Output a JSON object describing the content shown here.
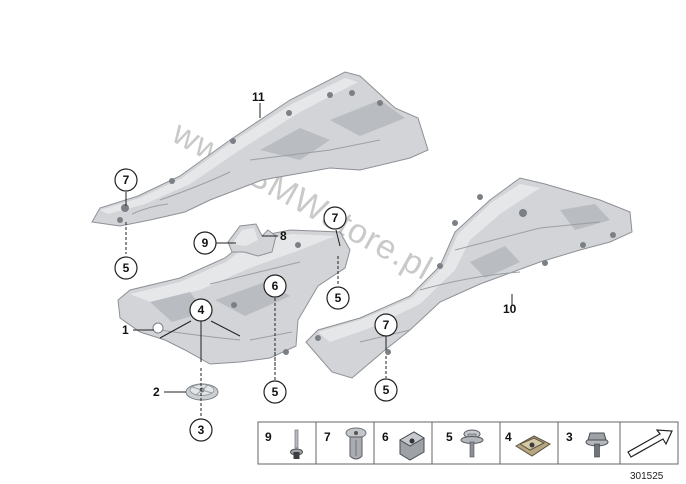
{
  "watermark": "www.BMWstore.pl",
  "diagram_number": "301525",
  "callouts": {
    "c11": "11",
    "c7a": "7",
    "c5a": "5",
    "c9": "9",
    "c8": "8",
    "c7b": "7",
    "c5b": "5",
    "c6": "6",
    "c4": "4",
    "c1": "1",
    "c5c": "5",
    "c2": "2",
    "c3": "3",
    "c10": "10",
    "c7c": "7",
    "c5d": "5"
  },
  "legend": {
    "items": [
      {
        "number": "9",
        "part": "rivet-icon"
      },
      {
        "number": "7",
        "part": "expanding-rivet-icon"
      },
      {
        "number": "6",
        "part": "clip-nut-icon"
      },
      {
        "number": "5",
        "part": "collar-screw-icon"
      },
      {
        "number": "4",
        "part": "spring-nut-icon"
      },
      {
        "number": "3",
        "part": "hex-bolt-icon"
      }
    ],
    "direction_icon": "driving-direction-arrow-icon"
  }
}
